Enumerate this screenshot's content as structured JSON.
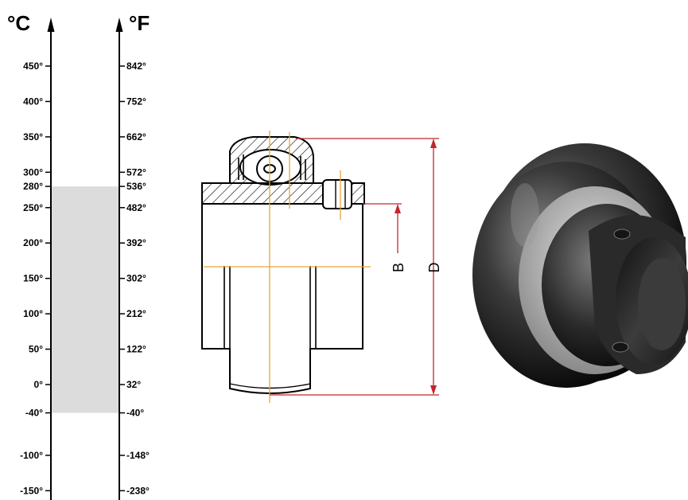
{
  "scale": {
    "celsius_unit": "°C",
    "fahrenheit_unit": "°F",
    "celsius_ticks": [
      "450°",
      "400°",
      "350°",
      "300°",
      "280°",
      "250°",
      "200°",
      "150°",
      "100°",
      "50°",
      "0°",
      "-40°",
      "-100°",
      "-150°"
    ],
    "fahrenheit_ticks": [
      "842°",
      "752°",
      "662°",
      "572°",
      "536°",
      "482°",
      "392°",
      "302°",
      "212°",
      "122°",
      "32°",
      "-40°",
      "-148°",
      "-238°"
    ],
    "operating_range_celsius": [
      -40,
      280
    ]
  },
  "drawing": {
    "dim_b_label": "B",
    "dim_d_label": "D"
  },
  "colors": {
    "range_fill": "#dcdcdc",
    "center_line": "#e8a33a",
    "dimension_line": "#c0282d",
    "outline": "#000000"
  }
}
